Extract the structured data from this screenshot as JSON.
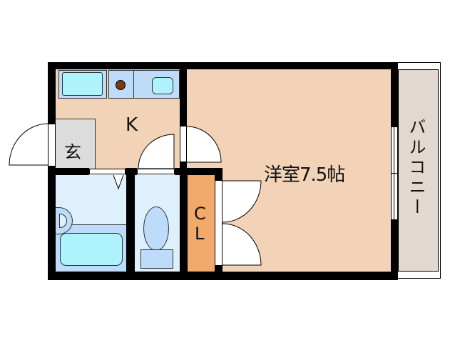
{
  "floorplan": {
    "rooms": {
      "western_room": {
        "label": "洋室7.5帖",
        "type": "western-style room",
        "size_tatami": 7.5
      },
      "kitchen": {
        "label": "K"
      },
      "entrance": {
        "label": "玄"
      },
      "closet": {
        "label_line1": "C",
        "label_line2": "L"
      },
      "balcony": {
        "label": "バルコニー"
      },
      "bathroom": {
        "label": ""
      },
      "toilet": {
        "label": ""
      }
    },
    "colors": {
      "wall": "#000000",
      "room_floor": "#f2d3b8",
      "entrance_floor": "#dcdcdc",
      "closet": "#f2aa6c",
      "wet_area": "#ddf0fc",
      "fixture_blue": "#bcdcfa",
      "fixture_cyan": "#aef2fc",
      "balcony": "#e2d8d0",
      "stove_burner": "#7a3a10"
    }
  }
}
